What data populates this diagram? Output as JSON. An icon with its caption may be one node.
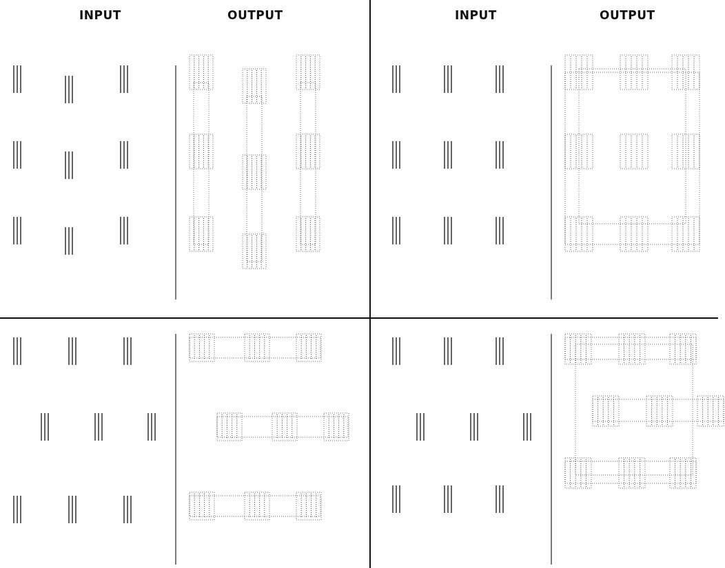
{
  "diagram": {
    "labels": [
      "INPUT",
      "OUTPUT",
      "INPUT",
      "OUTPUT"
    ]
  }
}
